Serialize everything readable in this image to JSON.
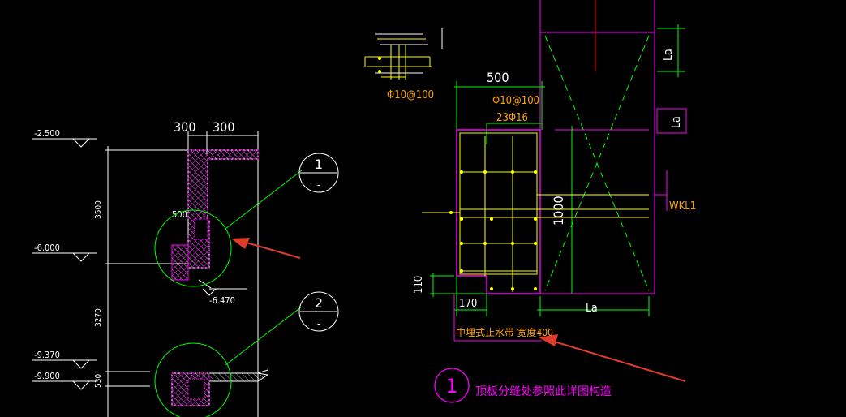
{
  "colors": {
    "background": "#000000",
    "white": "#ffffff",
    "green": "#00ff00",
    "magenta": "#ff00ff",
    "yellow": "#ffff00",
    "orange": "#ffa500",
    "red": "#ff0000",
    "arrow": "#e03c2b"
  },
  "left_section": {
    "dims_top": [
      "300",
      "300"
    ],
    "elevations": [
      "-2.500",
      "-6.000",
      "-9.370",
      "-9.900"
    ],
    "vertical_dims": [
      "3500",
      "3270",
      "530"
    ],
    "inner_dim": "500",
    "bottom_elevation": "-6.470",
    "callouts": [
      {
        "number": "1",
        "sub": "-"
      },
      {
        "number": "2",
        "sub": "-"
      }
    ]
  },
  "right_section": {
    "top_rebar": "Φ10@100",
    "width_dim": "500",
    "stirrup": "Φ10@100",
    "main_bars": "23Φ16",
    "height_dim": "1000",
    "beam_label": "WKL1",
    "anchor_label": "La",
    "notch_height": "110",
    "notch_width": "170",
    "waterstop_note": "中埋式止水带 宽度400",
    "detail_number": "1",
    "detail_title": "顶板分缝处参照此详图构造"
  }
}
